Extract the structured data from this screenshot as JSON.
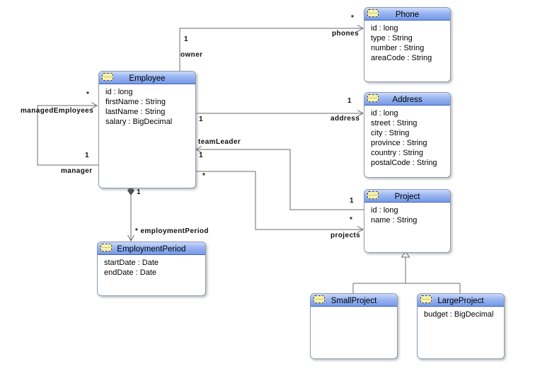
{
  "diagram": {
    "type": "uml-class-diagram",
    "classes": [
      {
        "name": "Employee",
        "attributes": [
          "id : long",
          "firstName : String",
          "lastName : String",
          "salary : BigDecimal"
        ]
      },
      {
        "name": "Phone",
        "attributes": [
          "id : long",
          "type : String",
          "number : String",
          "areaCode : String"
        ]
      },
      {
        "name": "Address",
        "attributes": [
          "id : long",
          "street : String",
          "city : String",
          "province : String",
          "country : String",
          "postalCode : String"
        ]
      },
      {
        "name": "Project",
        "attributes": [
          "id : long",
          "name : String"
        ]
      },
      {
        "name": "EmploymentPeriod",
        "attributes": [
          "startDate : Date",
          "endDate : Date"
        ]
      },
      {
        "name": "SmallProject",
        "attributes": []
      },
      {
        "name": "LargeProject",
        "attributes": [
          "budget : BigDecimal"
        ]
      }
    ],
    "edges": {
      "owner_phones": {
        "source_mult": "1",
        "source_role": "owner",
        "target_mult": "*",
        "target_role": "phones"
      },
      "address": {
        "source_mult": "1",
        "target_mult": "1",
        "target_role": "address"
      },
      "manager_managed": {
        "target_mult": "*",
        "target_role": "managedEmployees",
        "source_mult": "1",
        "source_role": "manager"
      },
      "team_leader": {
        "label": "teamLeader",
        "employee_mult": "1",
        "project_mult": "1"
      },
      "projects": {
        "source_mult": "*",
        "target_mult": "*",
        "target_role": "projects"
      },
      "employment_period": {
        "source_mult": "1",
        "target_label": "* employmentPeriod"
      }
    },
    "colors": {
      "header_top": "#cbdafa",
      "header_bottom": "#7599e9",
      "icon_fill": "#f6f2ac",
      "line": "#6b6b6b"
    }
  }
}
